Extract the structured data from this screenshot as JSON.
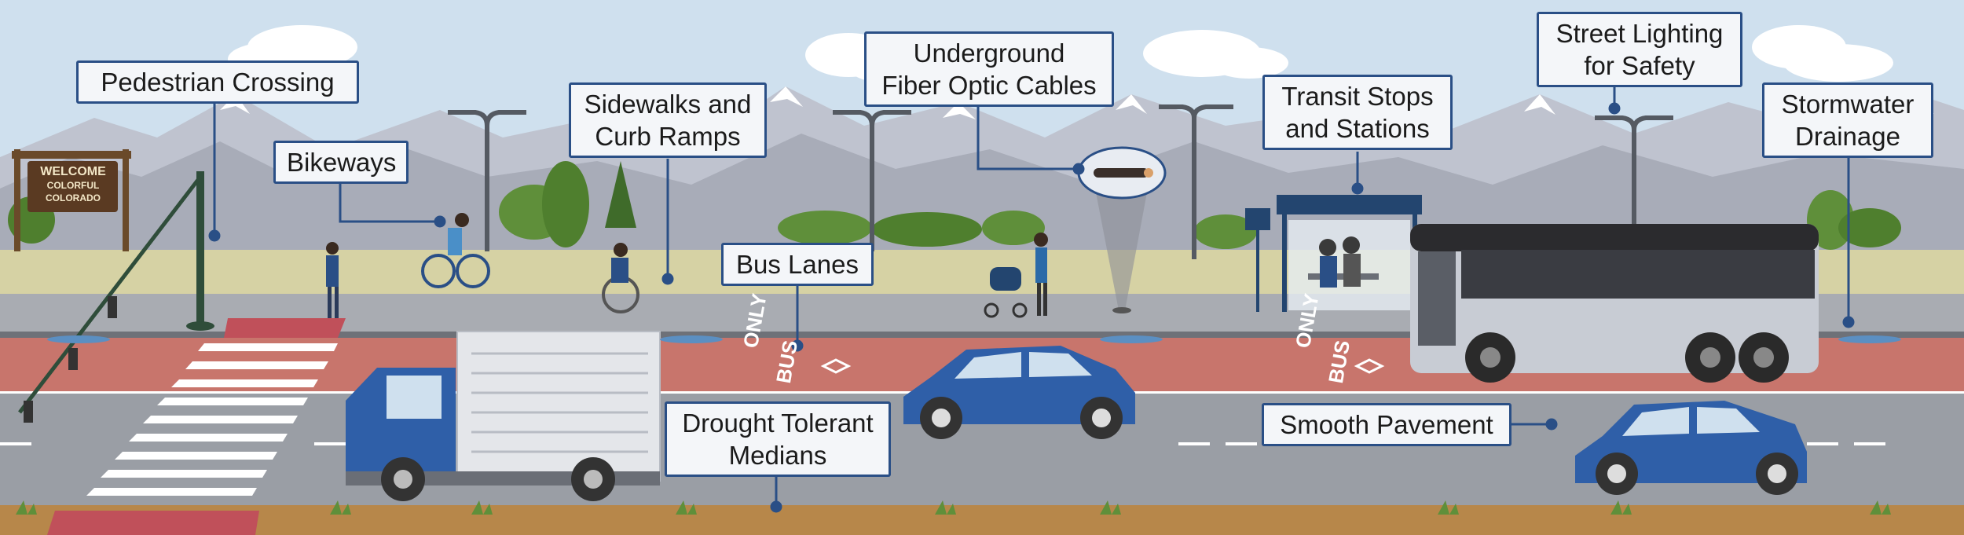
{
  "scene": {
    "sign": {
      "line1": "WELCOME",
      "line2": "COLORFUL",
      "line3": "COLORADO"
    },
    "road_marking": {
      "word1": "ONLY",
      "word2": "BUS"
    }
  },
  "labels": {
    "pedestrian_crossing": "Pedestrian Crossing",
    "bikeways": "Bikeways",
    "sidewalks_l1": "Sidewalks and",
    "sidewalks_l2": "Curb Ramps",
    "fiber_l1": "Underground",
    "fiber_l2": "Fiber Optic Cables",
    "bus_lanes": "Bus Lanes",
    "transit_l1": "Transit Stops",
    "transit_l2": "and Stations",
    "lighting_l1": "Street Lighting",
    "lighting_l2": "for Safety",
    "stormwater_l1": "Stormwater",
    "stormwater_l2": "Drainage",
    "drought_l1": "Drought Tolerant",
    "drought_l2": "Medians",
    "pavement": "Smooth Pavement"
  },
  "colors": {
    "callout_border": "#2a4f86",
    "leader_line": "#2a4f86",
    "bus_lane": "#c8756c",
    "road": "#9a9ea5",
    "sidewalk": "#a9acb2",
    "grass_strip": "#d6d2a4",
    "sky": "#cfe0ee",
    "vehicle_blue": "#2f5fa8"
  }
}
